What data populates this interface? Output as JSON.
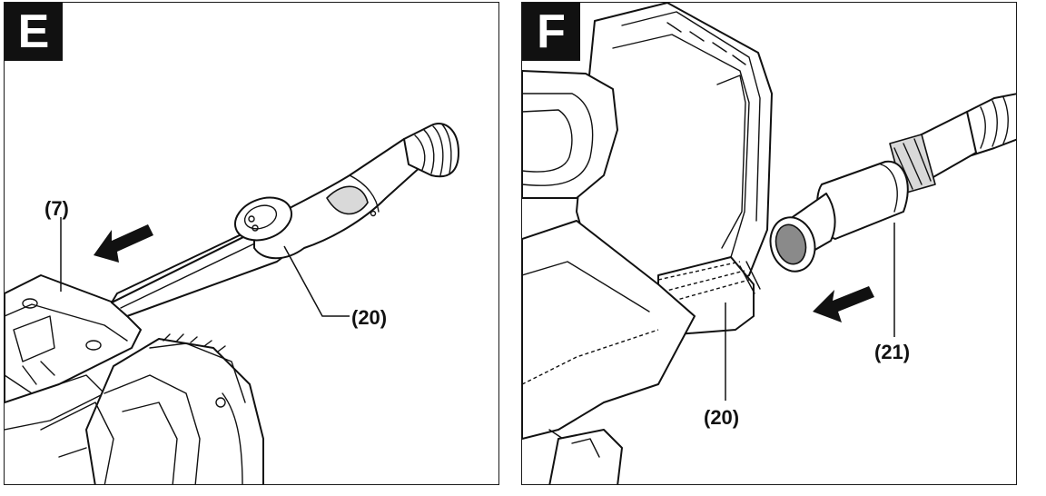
{
  "panels": [
    {
      "id": "E",
      "labels": {
        "tool_ref": "(7)",
        "nozzle_ref": "(20)"
      }
    },
    {
      "id": "F",
      "labels": {
        "nozzle_ref": "(20)",
        "hose_ref": "(21)"
      }
    }
  ]
}
